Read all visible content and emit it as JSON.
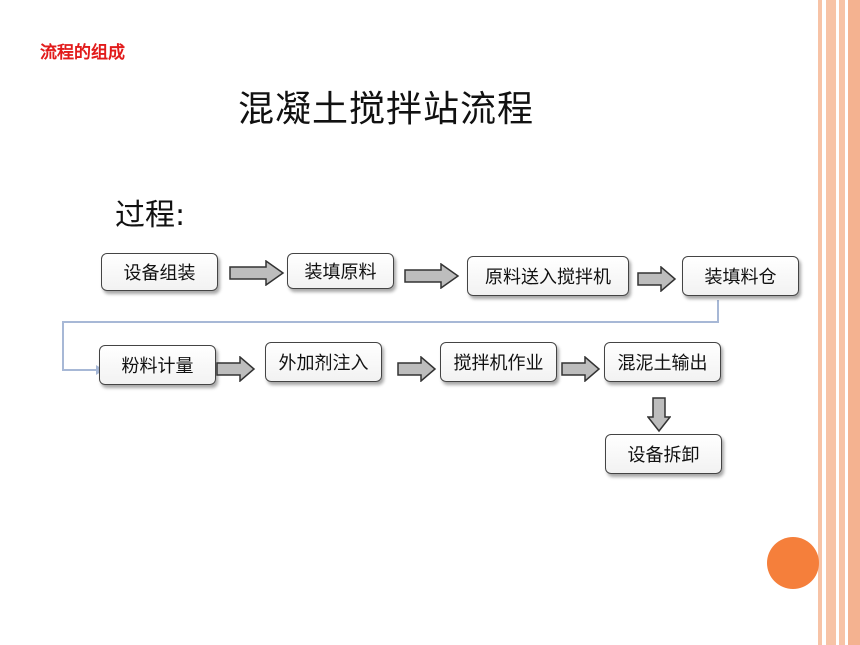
{
  "section_label": "流程的组成",
  "title": "混凝土搅拌站流程",
  "process_label": "过程:",
  "steps": [
    {
      "label": "设备组装"
    },
    {
      "label": "装填原料"
    },
    {
      "label": "原料送入搅拌机"
    },
    {
      "label": "装填料仓"
    },
    {
      "label": "粉料计量"
    },
    {
      "label": "外加剂注入"
    },
    {
      "label": "搅拌机作业"
    },
    {
      "label": "混泥土输出"
    },
    {
      "label": "设备拆卸"
    }
  ],
  "colors": {
    "section_label": "#e21b1b",
    "stripe": "#f7c3a6",
    "circle": "#f57f3b",
    "connector": "#a7b8d6",
    "arrow_fill": "#bdbdbd"
  }
}
